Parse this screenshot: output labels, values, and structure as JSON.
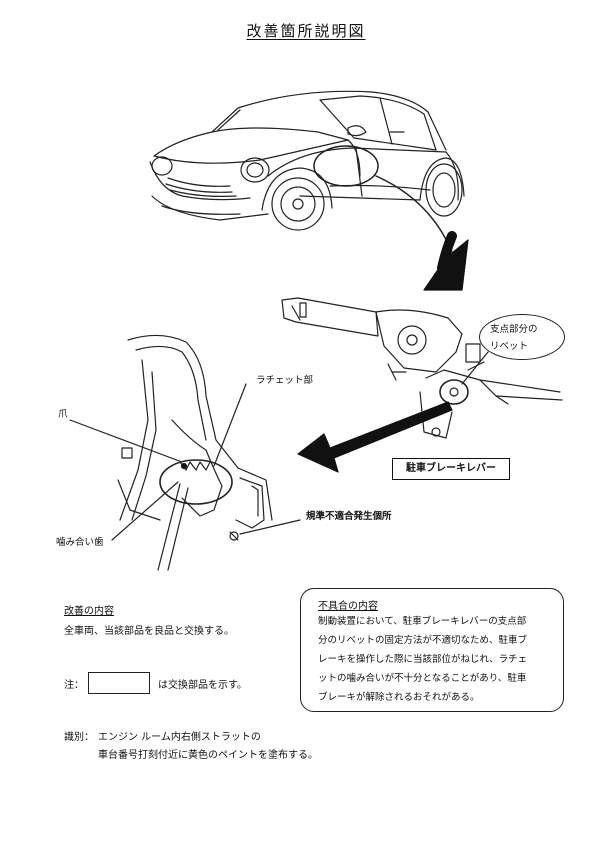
{
  "page": {
    "title": "改善箇所説明図"
  },
  "diagram_labels": {
    "pivot_rivet": [
      "支点部分の",
      "リベット"
    ],
    "parking_brake_lever": "駐車ブレーキレバー",
    "ratchet": "ラチェット部",
    "pawl": "爪",
    "meshing_teeth": "噛み合い歯",
    "nonconformity_location": "規準不適合発生個所"
  },
  "improvement": {
    "heading": "改善の内容",
    "text": "全車両、当該部品を良品と交換する。"
  },
  "legend": {
    "prefix": "注：",
    "text": "は交換部品を示す。"
  },
  "defect": {
    "heading": "不具合の内容",
    "lines": [
      "制動装置において、駐車ブレーキレバーの支点部",
      "分のリベットの固定方法が不適切なため、駐車ブ",
      "レーキを操作した際に当該部位がねじれ、ラチェ",
      "ットの噛み合いが不十分となることがあり、駐車",
      "ブレーキが解除されるおそれがある。"
    ]
  },
  "identification": {
    "label": "識別：",
    "lines": [
      "エンジン ルーム内右側ストラットの",
      "車台番号打刻付近に黄色のペイントを塗布する。"
    ]
  }
}
